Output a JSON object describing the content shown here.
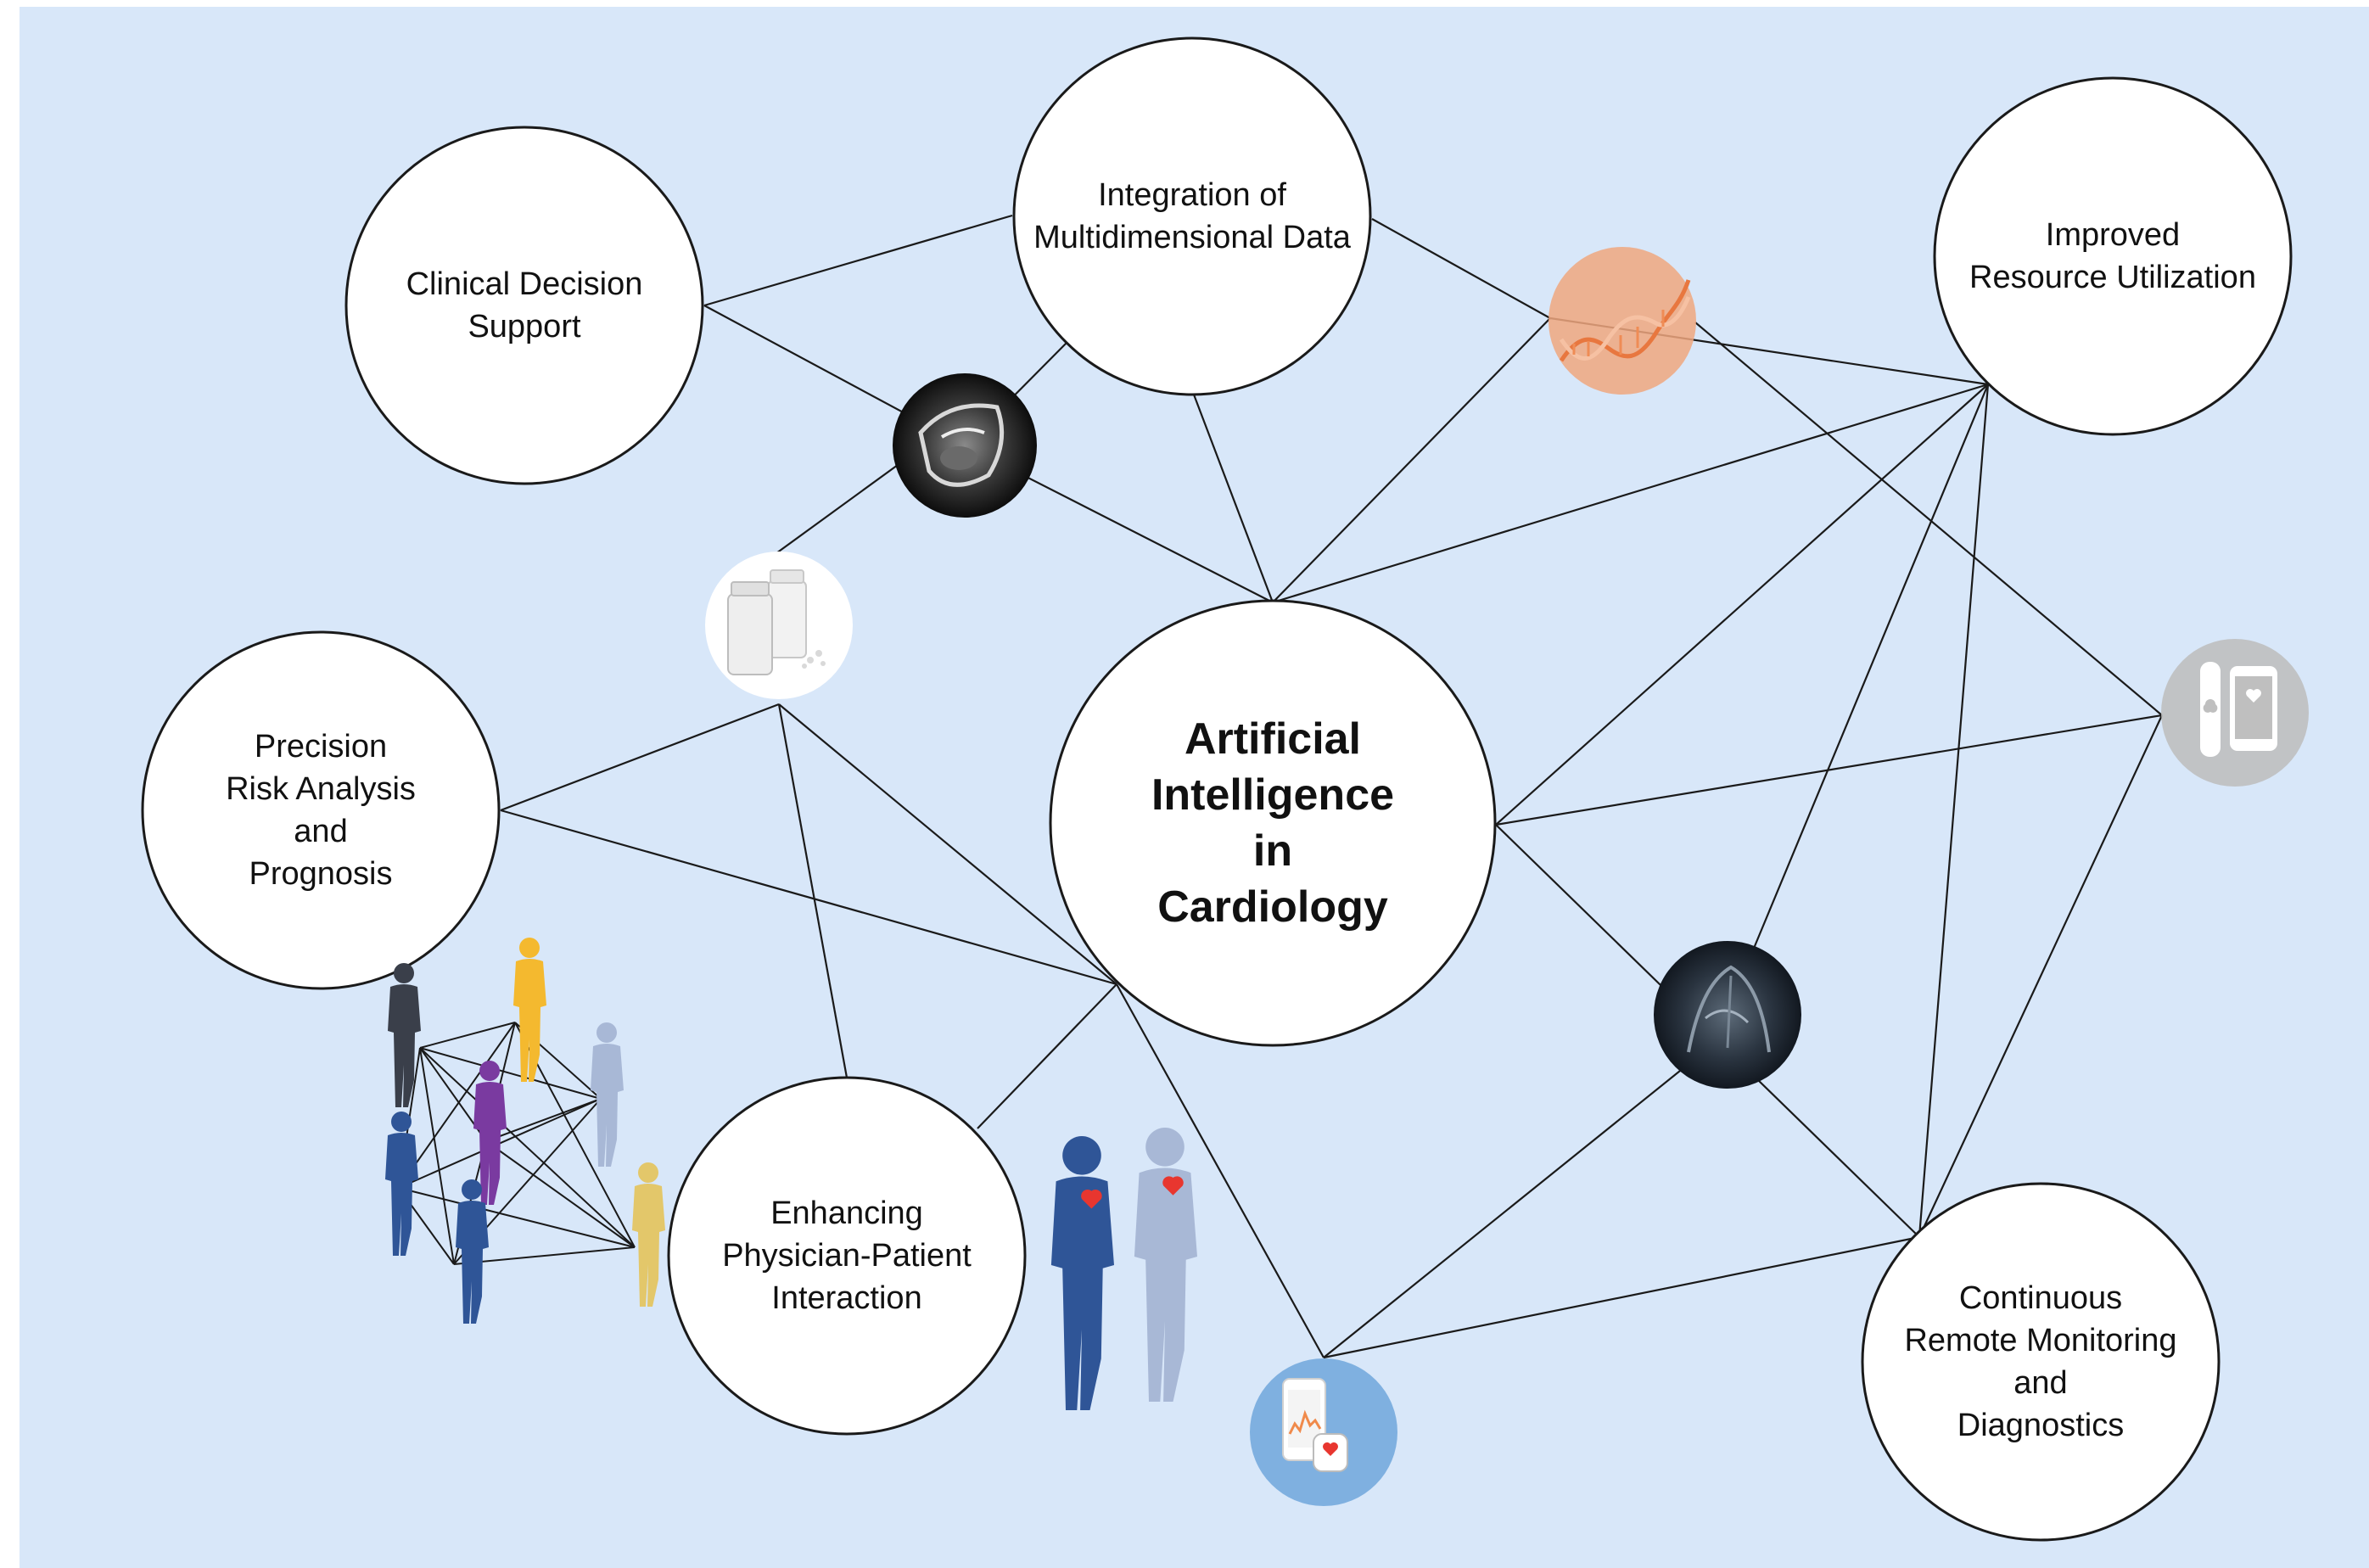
{
  "diagram": {
    "center": {
      "label": "Artificial\nIntelligence\nin\nCardiology"
    },
    "nodes": [
      {
        "id": "clinical",
        "label": "Clinical Decision\nSupport"
      },
      {
        "id": "integration",
        "label": "Integration of\nMultidimensional Data"
      },
      {
        "id": "resource",
        "label": "Improved\nResource Utilization"
      },
      {
        "id": "risk",
        "label": "Precision\nRisk Analysis\nand\nPrognosis"
      },
      {
        "id": "interaction",
        "label": "Enhancing\nPhysician-Patient\nInteraction"
      },
      {
        "id": "monitoring",
        "label": "Continuous\nRemote Monitoring\nand\nDiagnostics"
      }
    ],
    "icons": [
      "cardiac-mri-icon",
      "dna-icon",
      "medication-bottles-icon",
      "wearable-devices-icon",
      "echocardiogram-icon",
      "smartwatch-phone-icon",
      "patient-network-icon",
      "physician-patient-icon"
    ],
    "colors": {
      "background": "#d8e7f9",
      "dna": "#f0a77f",
      "heart": "#e8362f",
      "figure_dark_blue": "#2f5597",
      "figure_light_blue": "#a8b8d6",
      "figure_yellow": "#f4b92f",
      "figure_purple": "#7a3aa0",
      "figure_khaki": "#e3c76a",
      "figure_charcoal": "#3a3f4a"
    }
  }
}
